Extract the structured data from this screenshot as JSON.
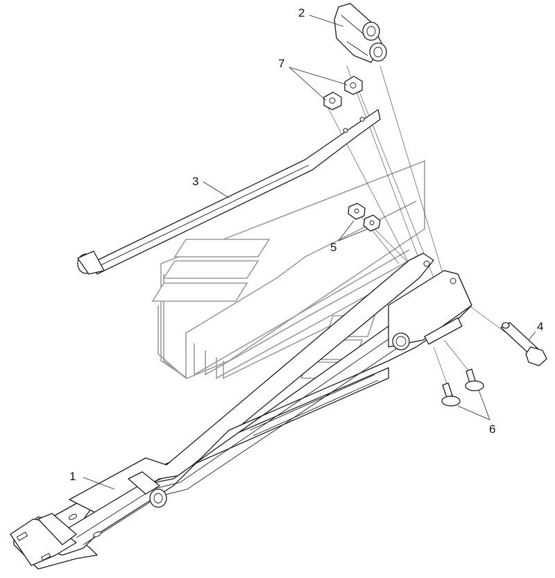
{
  "callouts": {
    "c1": "1",
    "c2": "2",
    "c3": "3",
    "c4": "4",
    "c5": "5",
    "c6": "6",
    "c7": "7"
  },
  "colors": {
    "line": "#1a1a1a",
    "watermark": "#9a9a9a",
    "background": "#ffffff"
  }
}
